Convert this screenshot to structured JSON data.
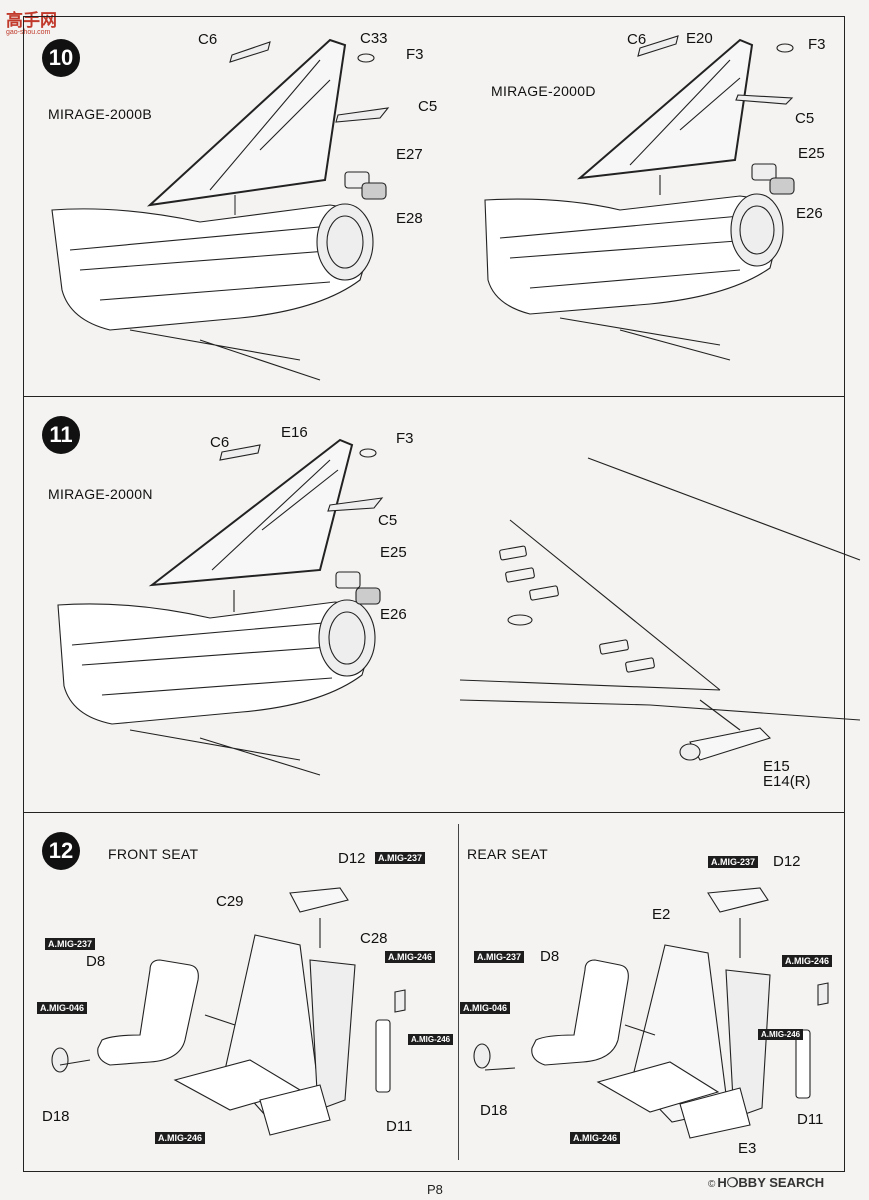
{
  "logo": {
    "title": "高手网",
    "url": "gao-shou.com"
  },
  "steps": [
    {
      "number": "10",
      "variants": [
        {
          "name": "MIRAGE-2000B",
          "parts": [
            "C6",
            "C33",
            "F3",
            "C5",
            "E27",
            "E28"
          ]
        },
        {
          "name": "MIRAGE-2000D",
          "parts": [
            "C6",
            "E20",
            "F3",
            "C5",
            "E25",
            "E26"
          ]
        }
      ]
    },
    {
      "number": "11",
      "variants": [
        {
          "name": "MIRAGE-2000N",
          "parts": [
            "C6",
            "E16",
            "F3",
            "C5",
            "E25",
            "E26"
          ]
        }
      ],
      "detail_parts": [
        "E15",
        "E14(R)"
      ]
    },
    {
      "number": "12",
      "front_seat": {
        "title": "FRONT SEAT",
        "parts": [
          "D12",
          "C29",
          "C28",
          "D8",
          "D18",
          "D11"
        ],
        "paints": [
          "A.MIG-237",
          "A.MIG-237",
          "A.MIG-246",
          "A.MIG-046",
          "A.MIG-246",
          "A.MIG-246"
        ]
      },
      "rear_seat": {
        "title": "REAR SEAT",
        "parts": [
          "D12",
          "E2",
          "D8",
          "D18",
          "D11",
          "E3"
        ],
        "paints": [
          "A.MIG-237",
          "A.MIG-237",
          "A.MIG-246",
          "A.MIG-046",
          "A.MIG-246",
          "A.MIG-246"
        ]
      }
    }
  ],
  "footer": {
    "page": "P8",
    "watermark_symbol": "©",
    "watermark": "H❍BBY SEARCH"
  }
}
